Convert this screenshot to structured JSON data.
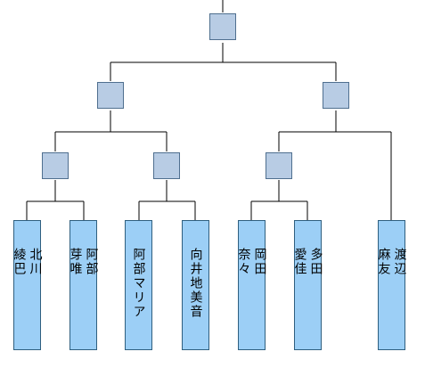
{
  "tournament": {
    "players": [
      {
        "name": "北川\n綾巴"
      },
      {
        "name": "阿部\n芽唯"
      },
      {
        "name": "阿部マリア"
      },
      {
        "name": "向井地美音"
      },
      {
        "name": "岡田\n奈々"
      },
      {
        "name": "多田\n愛佳"
      },
      {
        "name": "渡辺\n麻友"
      }
    ]
  },
  "colors": {
    "node_fill": "#b8cce4",
    "player_fill": "#9ccff6",
    "line": "#000000"
  }
}
